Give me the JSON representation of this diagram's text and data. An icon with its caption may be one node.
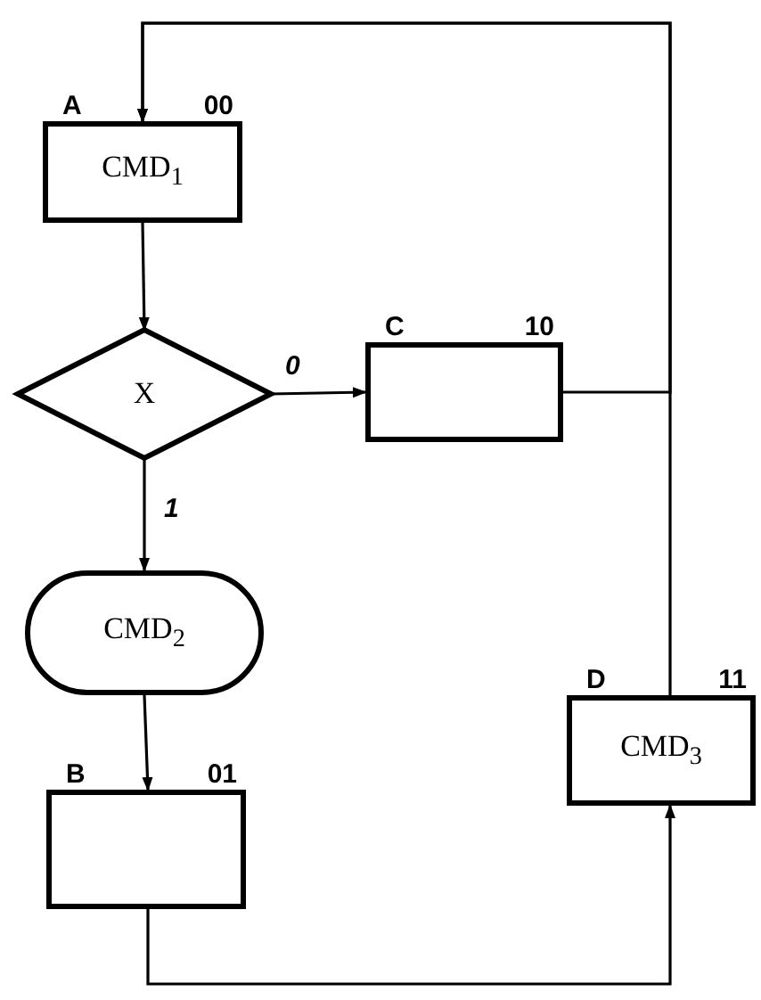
{
  "diagram": {
    "nodes": [
      {
        "text": [
          "CMD$_{1}$"
        ],
        "beside": [
          "A",
          "00"
        ]
      },
      {
        "text": [
          "X"
        ]
      },
      {
        "text": [],
        "shape": "box",
        "beside": [
          "C",
          "10"
        ]
      },
      {
        "text": [
          "CMD$_{2}$"
        ]
      },
      {
        "text": [],
        "shape": "box",
        "beside": [
          "B",
          "01"
        ]
      },
      {
        "text": [
          "CMD$_{3}$"
        ],
        "beside": [
          "D",
          "11"
        ]
      }
    ],
    "edges": [
      {
        "from": 0,
        "to": 1,
        "arrow": "to"
      },
      {
        "from": 1,
        "to": 2,
        "arrow": "to",
        "label": "0"
      },
      {
        "from": 1,
        "to": 3,
        "arrow": "to",
        "label": "1"
      },
      {
        "from": 3,
        "to": 4,
        "arrow": "to"
      },
      {
        "from": 2,
        "to": 0,
        "arrow": "to"
      },
      {
        "from": 5,
        "to": 0,
        "arrow": "to"
      },
      {
        "from": 4,
        "to": 5,
        "arrow": "to"
      }
    ]
  }
}
